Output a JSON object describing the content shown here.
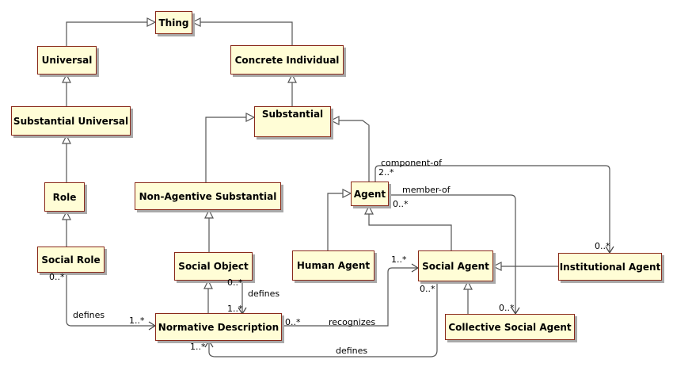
{
  "classes": {
    "thing": "Thing",
    "universal": "Universal",
    "concrete_individual": "Concrete Individual",
    "substantial_universal": "Substantial Universal",
    "substantial": "Substantial",
    "role": "Role",
    "non_agentive_substantial": "Non-Agentive Substantial",
    "agent": "Agent",
    "social_role": "Social Role",
    "social_object": "Social Object",
    "human_agent": "Human Agent",
    "social_agent": "Social Agent",
    "institutional_agent": "Institutional Agent",
    "normative_description": "Normative Description",
    "collective_social_agent": "Collective Social Agent"
  },
  "associations": {
    "component_of": "component-of",
    "member_of": "member-of",
    "defines_role": "defines",
    "defines_object": "defines",
    "recognizes": "recognizes",
    "defines_agent": "defines"
  },
  "multiplicities": {
    "component_src": "2..*",
    "component_dst": "0..*",
    "member_src": "0..*",
    "member_dst": "0..*",
    "role_src": "0..*",
    "role_dst": "1..*",
    "object_src": "0..*",
    "object_dst": "1..*",
    "recog_src": "0..*",
    "recog_dst": "1..*",
    "agent_src": "0..*",
    "agent_dst": "1..*"
  }
}
